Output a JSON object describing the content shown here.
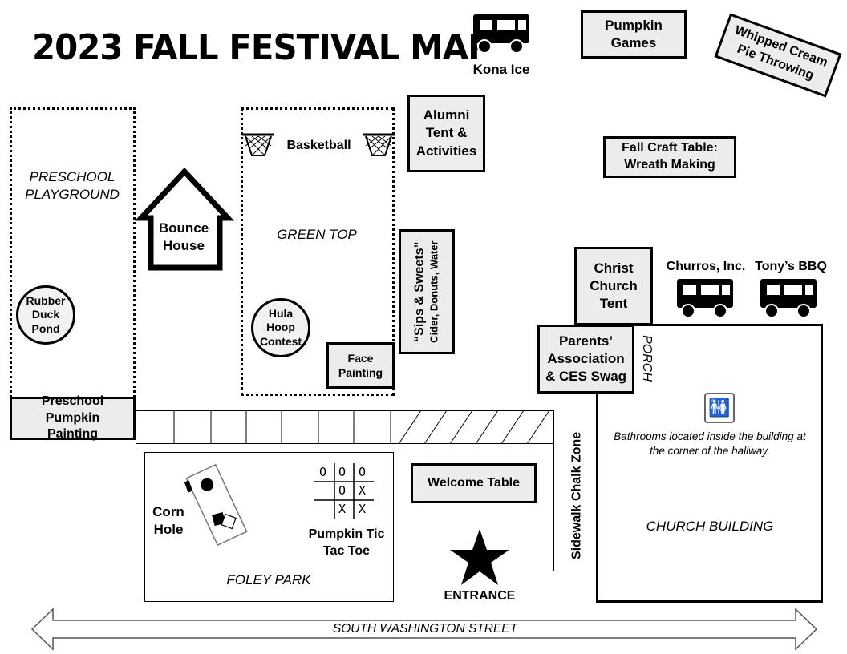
{
  "title": "2023 FALL FESTIVAL MAP",
  "street": "SOUTH WASHINGTON STREET",
  "areas": {
    "preschool_playground": "PRESCHOOL PLAYGROUND",
    "green_top": "GREEN TOP",
    "foley_park": "FOLEY PARK",
    "church_building": "CHURCH BUILDING",
    "porch": "PORCH"
  },
  "stations": {
    "pumpkin_games": "Pumpkin Games",
    "whipped_cream": "Whipped Cream Pie Throwing",
    "alumni_tent": "Alumni Tent & Activities",
    "fall_craft": "Fall Craft Table: Wreath Making",
    "bounce_house": "Bounce House",
    "rubber_duck": "Rubber Duck Pond",
    "hula_hoop": "Hula Hoop Contest",
    "face_painting": "Face Painting",
    "sips_sweets_title": "“Sips & Sweets”",
    "sips_sweets_items": "Cider, Donuts, Water",
    "christ_church": "Christ Church Tent",
    "parents_assoc": "Parents’ Association & CES Swag",
    "preschool_pumpkin": "Preschool Pumpkin Painting",
    "welcome_table": "Welcome Table",
    "basketball": "Basketball",
    "sidewalk_chalk": "Sidewalk Chalk Zone",
    "corn_hole": "Corn Hole",
    "pumpkin_ttt": "Pumpkin Tic Tac Toe",
    "entrance": "ENTRANCE",
    "bathrooms_note": "Bathrooms located inside the building at the corner of the hallway."
  },
  "food_trucks": {
    "kona_ice": "Kona Ice",
    "churros": "Churros, Inc.",
    "tonys_bbq": "Tony’s BBQ"
  },
  "tic_tac_toe": [
    [
      "O",
      "O",
      "O"
    ],
    [
      "",
      "O",
      "X"
    ],
    [
      "",
      "X",
      "X"
    ]
  ],
  "icons": {
    "truck": "food-truck-icon",
    "restroom": "restroom-icon",
    "star": "entrance-star-icon",
    "hoop": "basketball-hoop-icon"
  }
}
